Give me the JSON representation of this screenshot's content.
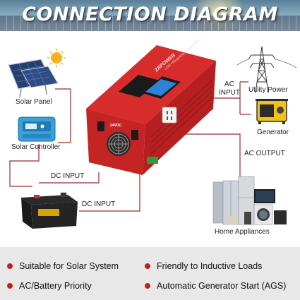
{
  "title": "CONNECTION DIAGRAM",
  "inverter": {
    "brand": "ZAPOWER",
    "subtitle": "LOW FREQUENCY INVERTER",
    "voltage_badge": "24VDC"
  },
  "sources": {
    "solar_panel": "Solar Panel",
    "solar_controller": "Solar Controller",
    "utility_power": "Utility Power",
    "generator": "Generator"
  },
  "connections": {
    "ac_input": [
      "AC",
      "INPUT"
    ],
    "ac_output": "AC OUTPUT",
    "dc_input_1": "DC INPUT",
    "dc_input_2": "DC INPUT"
  },
  "loads": {
    "home_appliances": "Home Appliances"
  },
  "features": [
    "Suitable for Solar System",
    "Friendly to Inductive Loads",
    "AC/Battery Priority",
    "Automatic Generator Start (AGS)"
  ],
  "colors": {
    "wire": "#9b2b2b",
    "bullet": "#c41f1f",
    "inverter_body": "#d22a2a",
    "features_bg": "#e8e8e8"
  },
  "icons": [
    "sun-icon",
    "solar-panel-icon",
    "solar-controller-icon",
    "inverter-icon",
    "battery-icon",
    "transmission-tower-icon",
    "generator-icon",
    "home-appliances-icon"
  ]
}
